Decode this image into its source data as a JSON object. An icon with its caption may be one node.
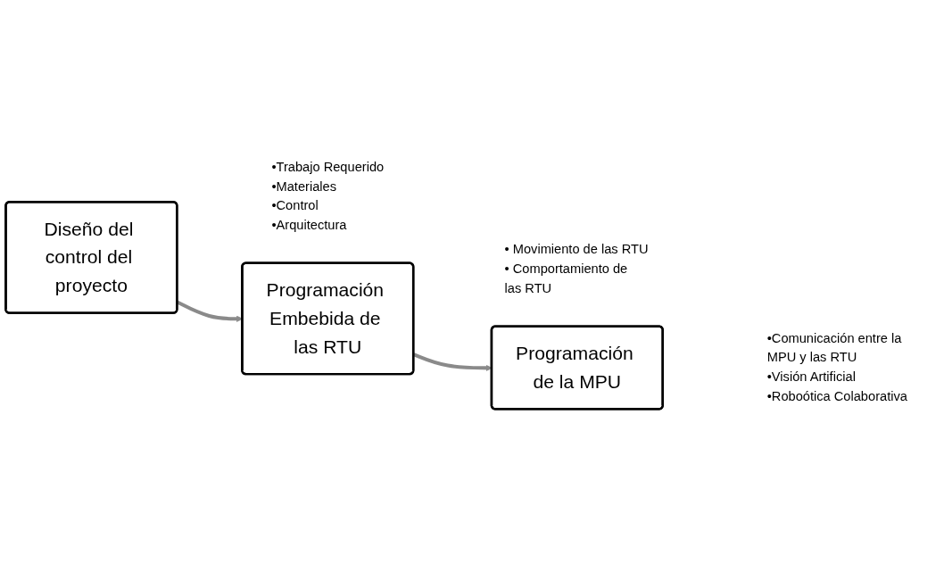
{
  "diagram": {
    "nodes": [
      {
        "text": [
          "Diseño del control del proyecto"
        ],
        "beside": [
          "•Trabajo Requerido",
          "•Materiales",
          "•Control",
          "•Arquitectura"
        ]
      },
      {
        "text": [
          "Programación Embebida de las RTU"
        ],
        "beside": [
          "• Movimiento de las RTU",
          "• Comportamiento de las RTU"
        ]
      },
      {
        "text": [
          "Programación de la MPU"
        ],
        "beside": [
          "•Comunicación entre la MPU y las RTU",
          "•Visión Artificial",
          "•Roboótica Colaborativa"
        ]
      }
    ],
    "edges": [
      {
        "from": 0,
        "to": 1,
        "arrow": "to"
      },
      {
        "from": 1,
        "to": 2,
        "arrow": "to"
      }
    ]
  }
}
